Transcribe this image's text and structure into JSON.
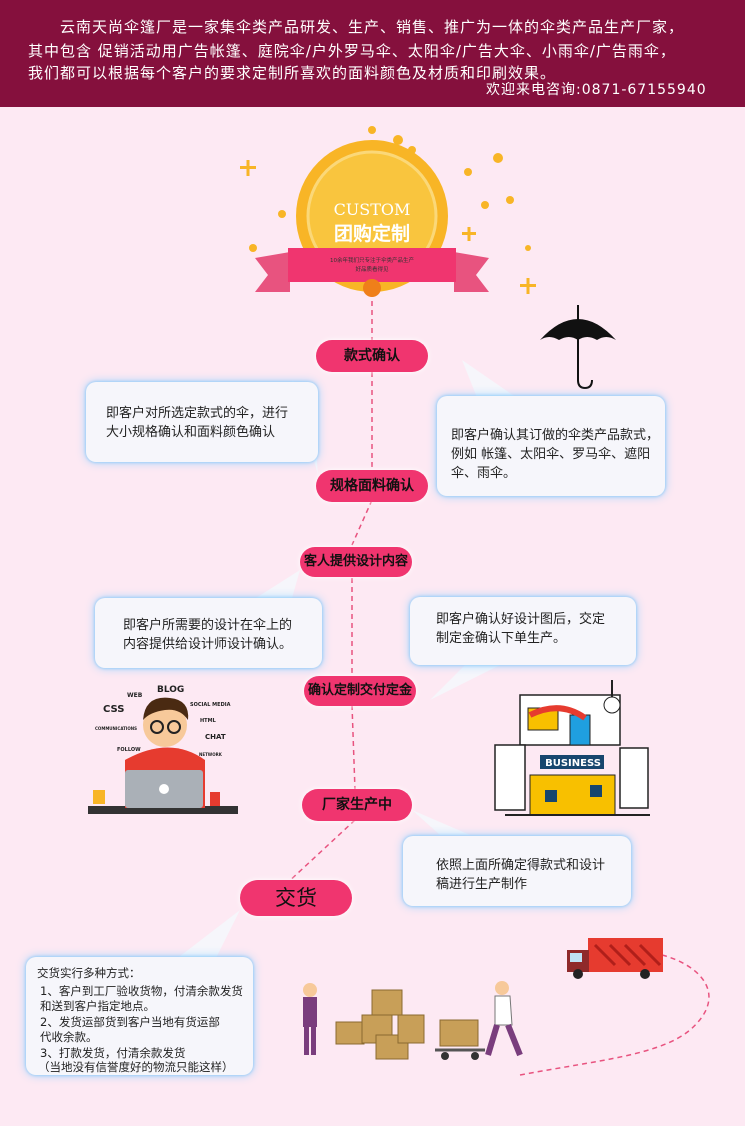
{
  "header": {
    "line1": "云南天尚伞篷厂是一家集伞类产品研发、生产、销售、推广为一体的伞类产品生产厂家，",
    "line2": "其中包含 促销活动用广告帐篷、庭院伞/户外罗马伞、太阳伞/广告大伞、小雨伞/广告雨伞，",
    "line3": "我们都可以根据每个客户的要求定制所喜欢的面料颜色及材质和印刷效果。",
    "line4": "欢迎来电咨询:0871-67155940"
  },
  "badge": {
    "custom": "CUSTOM",
    "title": "团购定制",
    "ribbon1": "10余年我们只专注于伞类产品生产",
    "ribbon2": "好品质看得见"
  },
  "steps": {
    "s1": "款式确认",
    "s2": "规格面料确认",
    "s3": "客人提供设计内容",
    "s4": "确认定制交付定金",
    "s5": "厂家生产中",
    "s6": "交货"
  },
  "bubbles": {
    "b1": [
      "即客户对所选定款式的伞，进行",
      "大小规格确认和面料颜色确认"
    ],
    "b2": [
      "即客户确认其订做的伞类产品款式，",
      "例如 帐篷、太阳伞、罗马伞、遮阳",
      "伞、雨伞。"
    ],
    "b3": [
      "即客户所需要的设计在伞上的",
      "内容提供给设计师设计确认。"
    ],
    "b4": [
      "即客户确认好设计图后，交定",
      "制定金确认下单生产。"
    ],
    "b5": [
      "依照上面所确定得款式和设计",
      "稿进行生产制作"
    ],
    "b6": [
      "交货实行多种方式：",
      "1、客户到工厂验收货物，付清余款发货",
      "和送到客户指定地点。",
      "2、发货运部货到客户当地有货运部",
      "代收余款。",
      "3、打款发货，付清余款发货",
      "（当地没有信誉度好的物流只能这样）"
    ]
  },
  "designer_words": {
    "blog": "BLOG",
    "web": "WEB",
    "css": "CSS",
    "social": "SOCIAL MEDIA",
    "communications": "COMMUNICATIONS",
    "html": "HTML",
    "chat": "CHAT",
    "follow": "FOLLOW",
    "network": "NETWORK"
  },
  "factory": {
    "business": "BUSINESS"
  },
  "colors": {
    "header": "#85103d",
    "pill": "#f0356f",
    "background": "#fde9f3",
    "gold": "#f8b526"
  }
}
